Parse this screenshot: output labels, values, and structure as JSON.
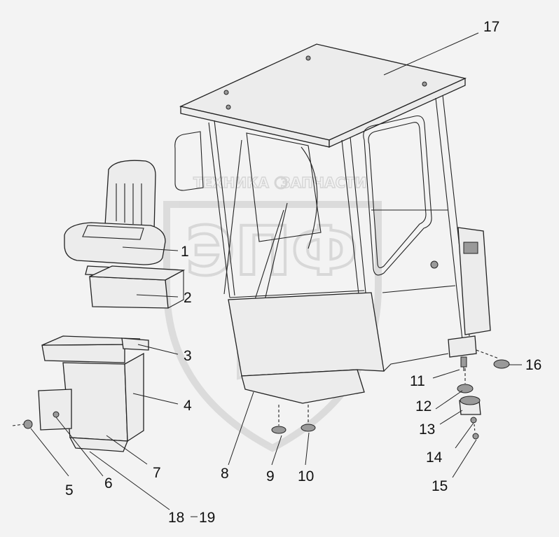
{
  "watermark": {
    "line1": "ТЕХНИКА",
    "line2": "ЗАПЧАСТИ",
    "logo": "ЭПФ"
  },
  "callouts": [
    "17",
    "1",
    "2",
    "3",
    "4",
    "5",
    "6",
    "7",
    "8",
    "9",
    "10",
    "11",
    "12",
    "13",
    "14",
    "15",
    "16",
    "18",
    "19"
  ]
}
